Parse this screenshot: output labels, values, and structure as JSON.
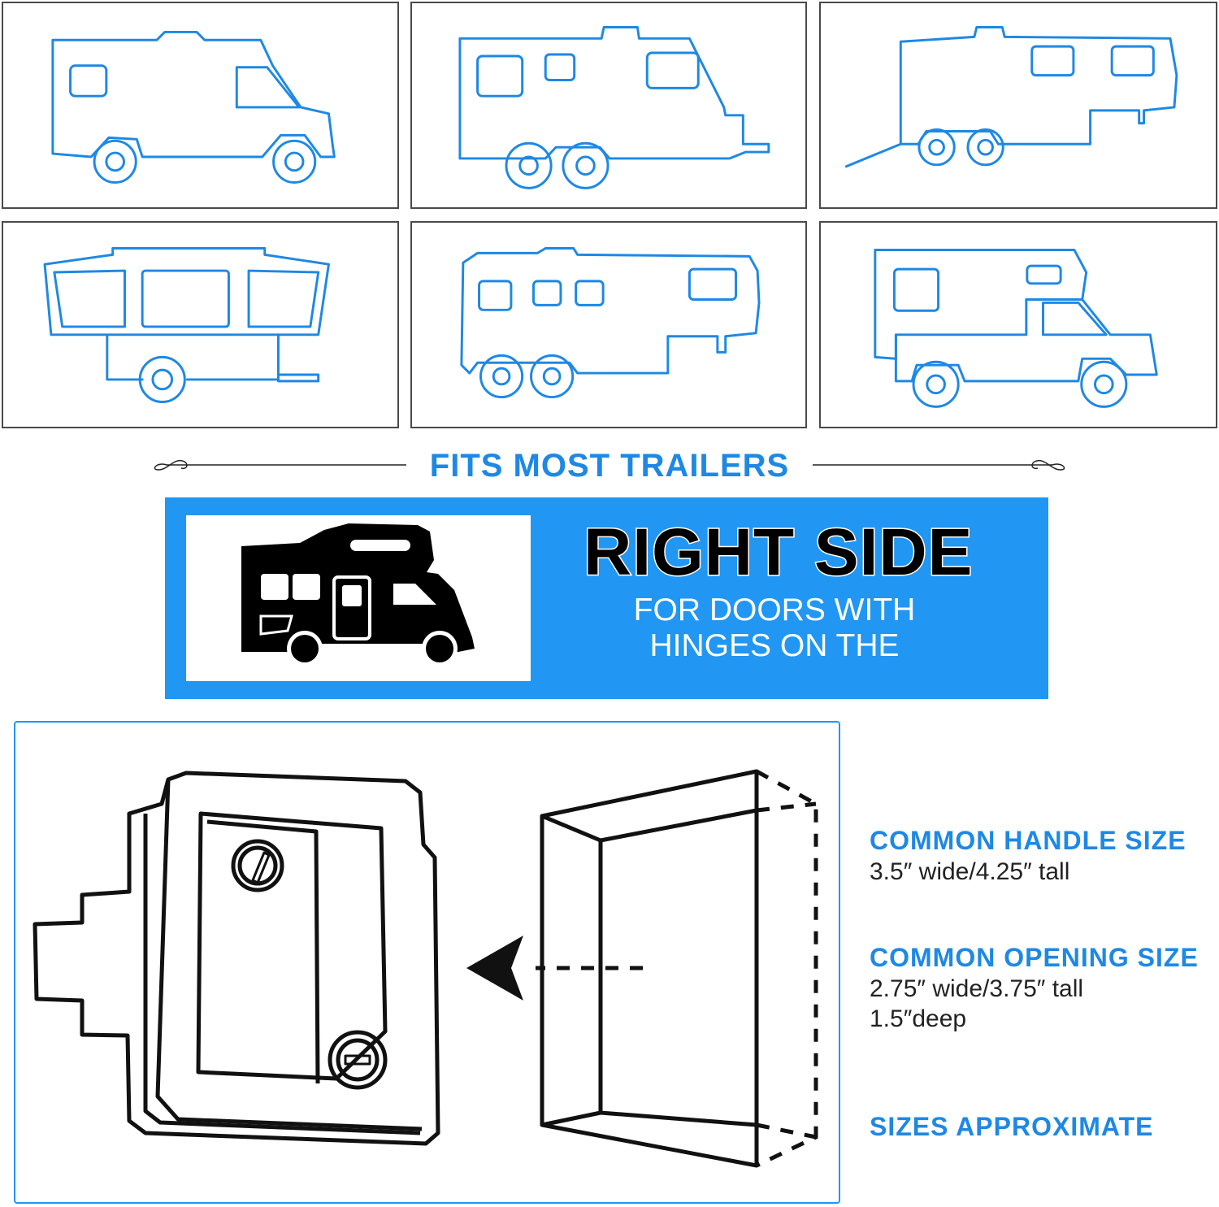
{
  "fits_title": "FITS MOST TRAILERS",
  "banner": {
    "title": "RIGHT SIDE",
    "subtitle_line1": "FOR DOORS WITH",
    "subtitle_line2": "HINGES ON THE"
  },
  "specs": {
    "handle_heading": "COMMON HANDLE SIZE",
    "handle_value": "3.5″ wide/4.25″ tall",
    "opening_heading": "COMMON OPENING SIZE",
    "opening_value1": "2.75″ wide/3.75″ tall",
    "opening_value2": "1.5″deep",
    "note": "SIZES APPROXIMATE"
  },
  "colors": {
    "accent": "#1e88e5",
    "banner": "#2196f3"
  },
  "icons": [
    "class-c-motorhome-icon",
    "travel-trailer-icon",
    "fifth-wheel-icon",
    "pop-up-camper-icon",
    "fifth-wheel-large-icon",
    "truck-camper-icon",
    "rv-silhouette-icon",
    "door-latch-icon",
    "opening-frame-icon"
  ]
}
